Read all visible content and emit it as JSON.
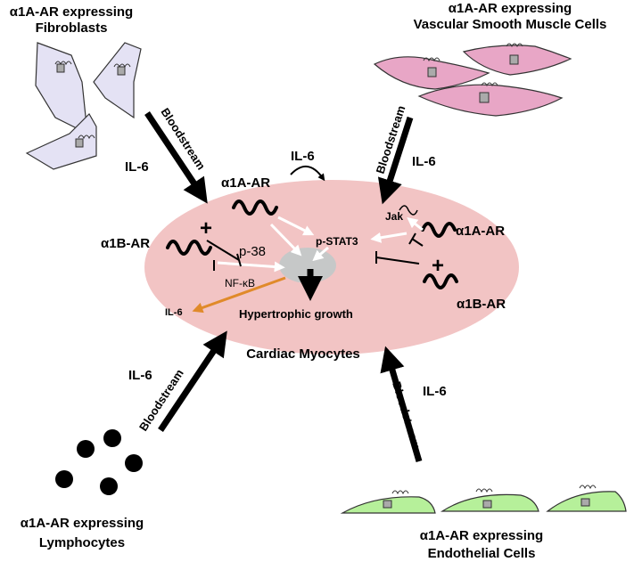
{
  "cells": {
    "fibroblasts": {
      "line1": "α1A-AR expressing",
      "line2": "Fibroblasts",
      "color": "#e4e2f4"
    },
    "vsmc": {
      "line1": "α1A-AR expressing",
      "line2": "Vascular Smooth Muscle Cells",
      "color": "#e8a6c6"
    },
    "lymphocytes": {
      "line1": "α1A-AR expressing",
      "line2": "Lymphocytes",
      "color": "#000000"
    },
    "endothelial": {
      "line1": "α1A-AR expressing",
      "line2": "Endothelial Cells",
      "color": "#b6f09a"
    }
  },
  "arrows": {
    "bloodstream_label": "Bloodstream",
    "il6_label": "IL-6"
  },
  "myocyte": {
    "label": "Cardiac Myocytes",
    "fill_color": "#f2c4c4",
    "nucleus_color": "#c6c8c8",
    "il6_loop": "IL-6",
    "alpha1a_left": "α1A-AR",
    "alpha1b_left": "α1B-AR",
    "alpha1a_right": "α1A-AR",
    "alpha1b_right": "α1B-AR",
    "p38": "p-38",
    "nfkb": "NF-κB",
    "pstat3": "p-STAT3",
    "jak": "Jak",
    "il6_out": "IL-6",
    "growth": "Hypertrophic growth",
    "plus_left": "+",
    "plus_right": "+",
    "il6_out_color": "#e08a2a"
  }
}
